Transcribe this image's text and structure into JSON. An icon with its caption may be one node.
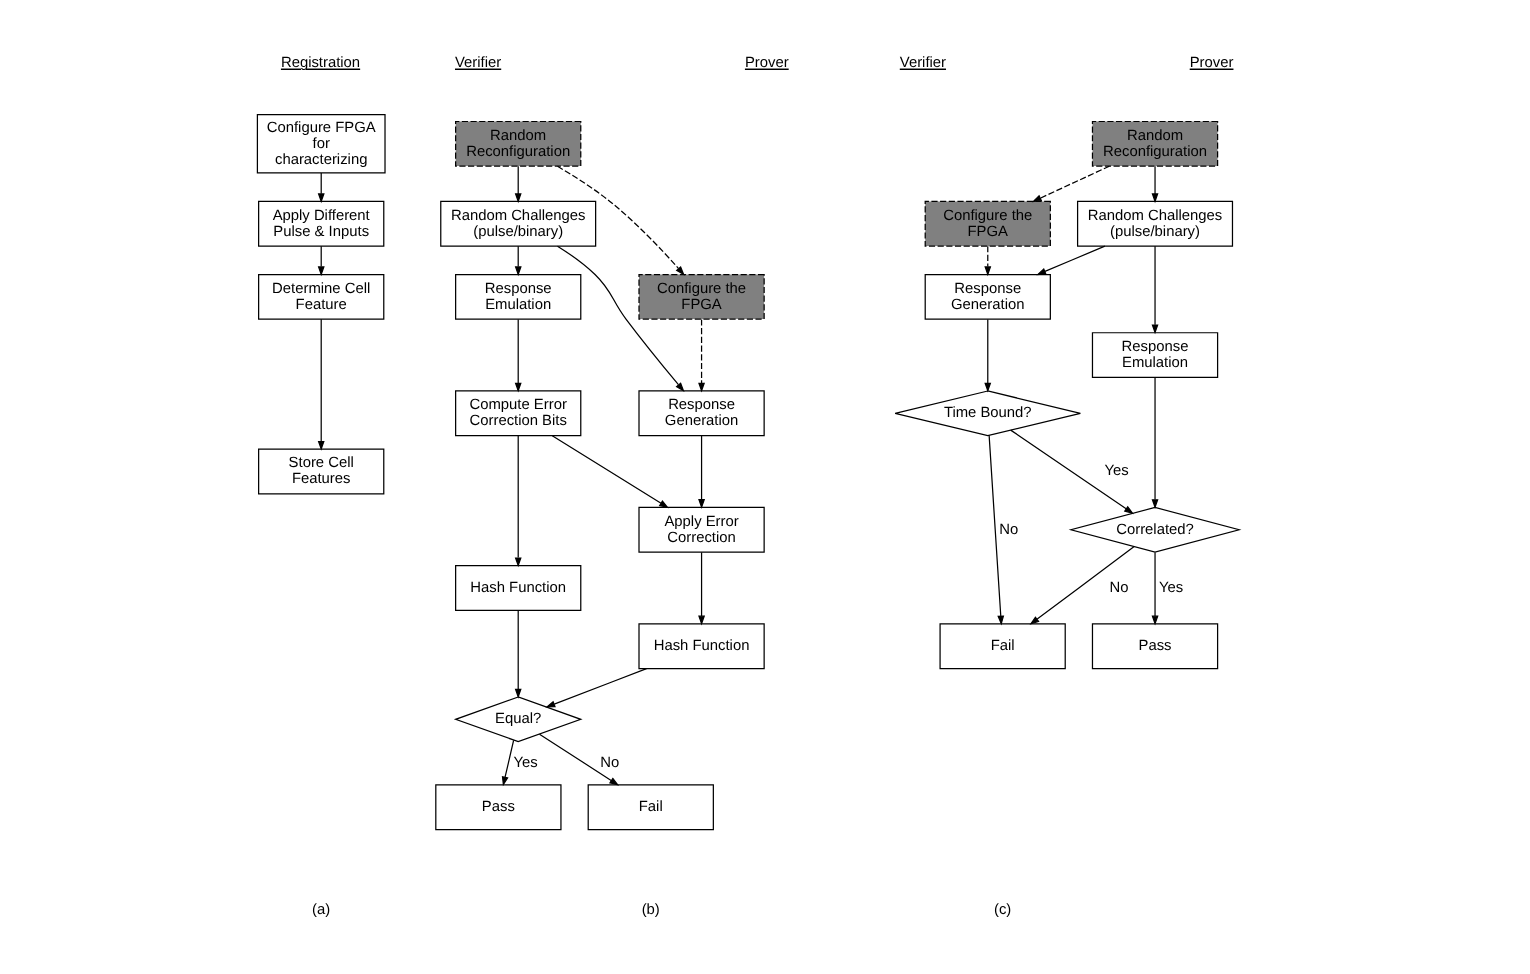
{
  "diagram": {
    "nodes": [
      {
        "text": [
          "Configure FPGA for characterizing"
        ]
      },
      {
        "text": [
          "Apply Different Pulse & Inputs"
        ]
      },
      {
        "text": [
          "Determine Cell Feature"
        ]
      },
      {
        "text": [
          "Store Cell Features"
        ]
      },
      {
        "text": [
          "Random Reconfiguration"
        ]
      },
      {
        "text": [
          "Configure the FPGA"
        ]
      },
      {
        "text": [
          "Random Challenges (pulse/binary)"
        ]
      },
      {
        "text": [
          "Response Generation"
        ]
      },
      {
        "text": [
          "Response Emulation"
        ]
      },
      {
        "text": [
          "Compute Error Correction Bits"
        ]
      },
      {
        "text": [
          "Apply Error Correction"
        ]
      },
      {
        "text": [
          "Hash Function"
        ]
      },
      {
        "text": [
          "Hash Function"
        ]
      },
      {
        "text": [
          "Equal?"
        ]
      },
      {
        "text": [
          "Pass"
        ]
      },
      {
        "text": [
          "Fail"
        ]
      },
      {
        "text": [
          "Random Reconfiguration"
        ]
      },
      {
        "text": [
          "Configure the FPGA"
        ]
      },
      {
        "text": [
          "Random Challenges (pulse/binary)"
        ]
      },
      {
        "text": [
          "Response Generation"
        ]
      },
      {
        "text": [
          "Response Emulation"
        ]
      },
      {
        "text": [
          "Time Bound?"
        ]
      },
      {
        "text": [
          "Correlated?"
        ]
      },
      {
        "text": [
          "Pass"
        ]
      },
      {
        "text": [
          "Fail"
        ]
      }
    ],
    "edges": [
      {
        "from": 0,
        "to": 1,
        "arrow": "to"
      },
      {
        "from": 1,
        "to": 2,
        "arrow": "to"
      },
      {
        "from": 2,
        "to": 3,
        "arrow": "to"
      },
      {
        "from": 4,
        "to": 6,
        "arrow": "to"
      },
      {
        "from": 4,
        "to": 5,
        "arrow": "to",
        "style": "dashed"
      },
      {
        "from": 5,
        "to": 7,
        "arrow": "to",
        "style": "dashed"
      },
      {
        "from": 6,
        "to": 8,
        "arrow": "to"
      },
      {
        "from": 6,
        "to": 7,
        "arrow": "to"
      },
      {
        "from": 8,
        "to": 9,
        "arrow": "to"
      },
      {
        "from": 7,
        "to": 10,
        "arrow": "to"
      },
      {
        "from": 9,
        "to": 10,
        "arrow": "to"
      },
      {
        "from": 9,
        "to": 11,
        "arrow": "to"
      },
      {
        "from": 10,
        "to": 12,
        "arrow": "to"
      },
      {
        "from": 11,
        "to": 13,
        "arrow": "to"
      },
      {
        "from": 12,
        "to": 13,
        "arrow": "to"
      },
      {
        "from": 13,
        "to": 14,
        "arrow": "to",
        "label": "Yes"
      },
      {
        "from": 13,
        "to": 15,
        "arrow": "to",
        "label": "No"
      },
      {
        "from": 16,
        "to": 18,
        "arrow": "to"
      },
      {
        "from": 16,
        "to": 17,
        "arrow": "to",
        "style": "dashed"
      },
      {
        "from": 17,
        "to": 19,
        "arrow": "to",
        "style": "dashed"
      },
      {
        "from": 18,
        "to": 20,
        "arrow": "to"
      },
      {
        "from": 18,
        "to": 19,
        "arrow": "to"
      },
      {
        "from": 19,
        "to": 21,
        "arrow": "to"
      },
      {
        "from": 20,
        "to": 22,
        "arrow": "to"
      },
      {
        "from": 21,
        "to": 22,
        "arrow": "to",
        "label": "Yes"
      },
      {
        "from": 21,
        "to": 24,
        "arrow": "to",
        "label": "No"
      },
      {
        "from": 22,
        "to": 23,
        "arrow": "to",
        "label": "Yes"
      },
      {
        "from": 22,
        "to": 24,
        "arrow": "to",
        "label": "No"
      }
    ],
    "labels": [
      "Registration",
      "Verifier",
      "Prover",
      "Verifier",
      "Prover",
      "(a)",
      "(b)",
      "(c)"
    ]
  }
}
